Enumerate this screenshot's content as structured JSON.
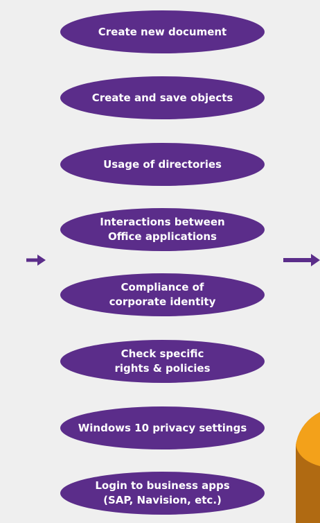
{
  "steps": [
    {
      "lines": [
        "Create new document"
      ]
    },
    {
      "lines": [
        "Create and save objects"
      ]
    },
    {
      "lines": [
        "Usage of directories"
      ]
    },
    {
      "lines": [
        "Interactions between",
        "Office applications"
      ]
    },
    {
      "lines": [
        "Compliance of",
        "corporate identity"
      ]
    },
    {
      "lines": [
        "Check specific",
        "rights & policies"
      ]
    },
    {
      "lines": [
        "Windows 10 privacy settings"
      ]
    },
    {
      "lines": [
        "Login to business apps",
        "(SAP, Navision, etc.)"
      ]
    }
  ],
  "colors": {
    "background": "#efefef",
    "pill": "#5b2d8a",
    "arrow": "#5b2d8a",
    "cylinder_top": "#f3a11a",
    "cylinder_side": "#b06a12"
  }
}
